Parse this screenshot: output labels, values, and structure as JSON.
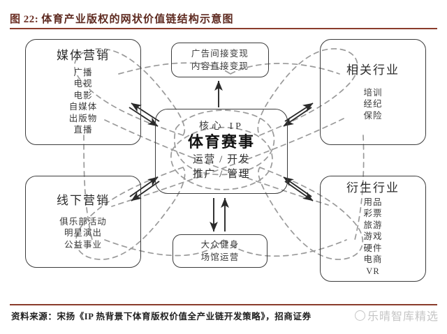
{
  "figure": {
    "number": "图 22:",
    "title": "体育产业版权的网状价值链结构示意图"
  },
  "core": {
    "eyebrow": "核心 IP",
    "main": "体育赛事",
    "sub_line1": "运营 / 开发",
    "sub_line2": "推广 / 管理"
  },
  "nodes": {
    "media_marketing": {
      "title": "媒体营销",
      "items": [
        "广播",
        "电视",
        "电影",
        "自媒体",
        "出版物",
        "直播"
      ]
    },
    "related_industry": {
      "title": "相关行业",
      "items": [
        "培训",
        "经纪",
        "保险"
      ]
    },
    "offline_marketing": {
      "title": "线下营销",
      "items": [
        "俱乐部活动",
        "明星演出",
        "公益事业"
      ]
    },
    "derivative_industry": {
      "title": "衍生行业",
      "items": [
        "用品",
        "彩票",
        "旅游",
        "游戏",
        "硬件",
        "电商",
        "VR"
      ]
    },
    "monetization": {
      "line1": "广告间接变现",
      "line2": "内容直接变现"
    },
    "fitness_venue": {
      "line1": "大众健身",
      "line2": "场馆运营"
    }
  },
  "footer": {
    "source": "资料来源：宋扬《IP 热背景下体育版权价值全产业链开发策略》，招商证券",
    "watermark": "乐晴智库精选"
  },
  "colors": {
    "title_text": "#5e2a20",
    "rule": "#8a3b2b",
    "box_border": "#3b3b3b",
    "arrow": "#2a2a2a",
    "mesh_dash": "#9a9a9a"
  }
}
